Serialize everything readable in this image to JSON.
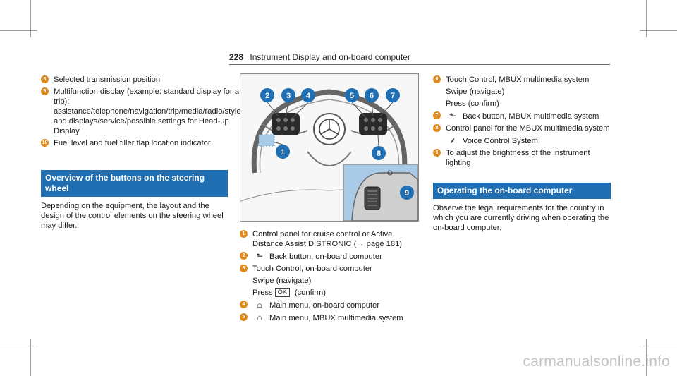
{
  "header": {
    "page_number": "228",
    "title": "Instrument Display and on-board computer"
  },
  "left_column": {
    "items": [
      {
        "num": "8",
        "text": "Selected transmission position"
      },
      {
        "num": "9",
        "text": "Multifunction display (example: standard display for a trip): assistance/telephone/navigation/trip/media/radio/styles and displays/service/possible settings for Head-up Display"
      },
      {
        "num": "10",
        "text": "Fuel level and fuel filler flap location indicator"
      }
    ],
    "section_title": "Overview of the buttons on the steering wheel",
    "section_body": "Depending on the equipment, the layout and the design of the control elements on the steering wheel may differ."
  },
  "figure": {
    "callouts": [
      "1",
      "2",
      "3",
      "4",
      "5",
      "6",
      "7",
      "8",
      "9"
    ],
    "colors": {
      "callout": "#1f6fb2",
      "highlight": "#a9cbe8",
      "line": "#555555"
    }
  },
  "middle_column": {
    "item1_num": "1",
    "item1_text": "Control panel for cruise control or Active Distance Assist DISTRONIC (→ page 181)",
    "item2_num": "2",
    "item2_text": "Back button, on-board computer",
    "item3_num": "3",
    "item3_text": "Touch Control, on-board computer",
    "item3_sub1": "Swipe (navigate)",
    "item3_sub2_prefix": "Press",
    "item3_sub2_key": "OK",
    "item3_sub2_suffix": "(confirm)",
    "item4_num": "4",
    "item4_text": "Main menu, on-board computer",
    "item5_num": "5",
    "item5_text": "Main menu, MBUX multimedia system"
  },
  "right_column": {
    "item6_num": "6",
    "item6_text": "Touch Control, MBUX multimedia system",
    "item6_sub1": "Swipe (navigate)",
    "item6_sub2": "Press (confirm)",
    "item7_num": "7",
    "item7_text": "Back button, MBUX multimedia system",
    "item8_num": "8",
    "item8_text": "Control panel for the MBUX multimedia system",
    "item8_sub1": "Voice Control System",
    "item9_num": "9",
    "item9_text": "To adjust the brightness of the instrument lighting",
    "section_title": "Operating the on-board computer",
    "section_body": "Observe the legal requirements for the country in which you are currently driving when operating the on-board computer."
  },
  "icons": {
    "back": "back-arrow-icon",
    "home": "home-icon",
    "voice": "voice-control-icon",
    "brightness": "brightness-icon"
  },
  "watermark": "carmanualsonline.info",
  "colors": {
    "accent": "#1f6fb2",
    "badge": "#e08a1e"
  }
}
